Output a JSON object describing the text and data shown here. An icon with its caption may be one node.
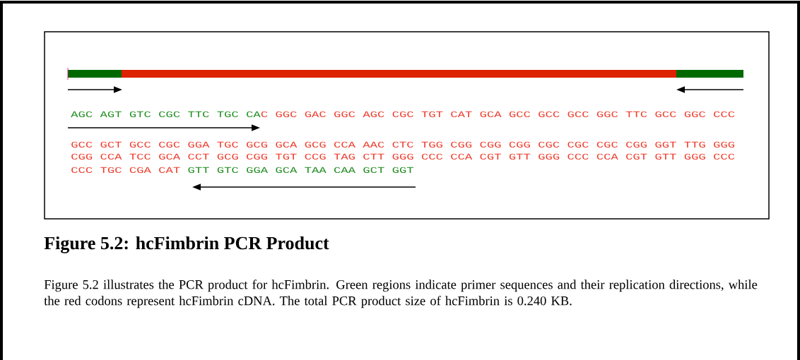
{
  "diagram": {
    "title": "Figure 5.2: hcFimbrin PCR Product",
    "caption": "Figure 5.2 illustrates the PCR product for hcFimbrin.  Green regions indicate primer sequences and their replication directions, while the red codons represent hcFimbrin cDNA.  The total PCR product size of hcFimbrin is 0.240 KB.",
    "labels": [
      "AGC AGT GTC CGC TTC TGC CA",
      "C GGC GAC GGC AGC CGC TGT CAT GCA GCC GCC GCC GGC TTC GCC GGC CCC",
      "GCC GCT GCC CGC GGA TGC GCG GCA GCG CCA AAC CTC TGG CGG CGG CGG CGC CGC CGC CGG GGT TTG GGG",
      "CGG CCA TCC GCA CCT GCG CGG TGT CCG TAG CTT GGG CCC CCA CGT GTT GGG CCC CCA CGT GTT GGG CCC",
      "CCC TGC CGA CAT",
      "GTT GTC GGA GCA TAA CAA GCT GGT"
    ]
  }
}
